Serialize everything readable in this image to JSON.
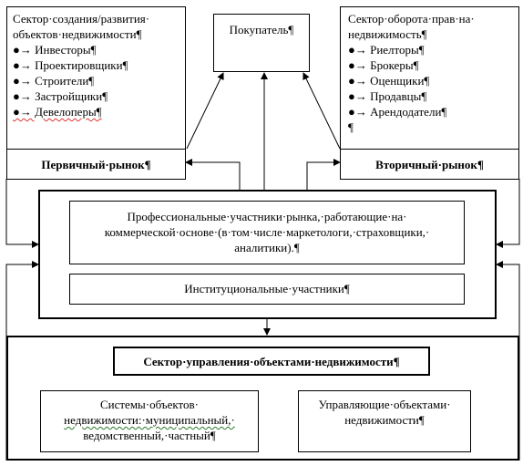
{
  "left_sector": {
    "title_line1": "Сектор·создания/развития·",
    "title_line2": "объектов·недвижимости¶",
    "items": [
      "●→ Инвесторы¶",
      "●→ Проектировщики¶",
      "●→ Строители¶",
      "●→ Застройщики¶",
      "●→ Девелоперы¶"
    ]
  },
  "buyer": {
    "label": "Покупатель¶"
  },
  "right_sector": {
    "title_line1": "Сектор·оборота·прав·на·",
    "title_line2": "недвижимость¶",
    "items": [
      "●→ Риелторы¶",
      "●→ Брокеры¶",
      "●→ Оценщики¶",
      "●→ Продавцы¶",
      "●→ Арендодатели¶",
      "¶"
    ]
  },
  "primary_market": {
    "label": "Первичный·рынок¶"
  },
  "secondary_market": {
    "label": "Вторичный·рынок¶"
  },
  "participants": {
    "professional_line1": "Профессиональные·участники·рынка,·работающие·на·",
    "professional_line2": "коммерческой·основе·(в·том·числе·маркетологи,·страховщики,·",
    "professional_line3": "аналитики).¶",
    "institutional": "Институциональные·участники¶"
  },
  "management": {
    "title": "Сектор·управления·объектами·недвижимости¶",
    "systems_line1": "Системы·объектов·",
    "systems_line2": "недвижимости:·муниципальный,·",
    "systems_line3": "ведомственный,·частный¶",
    "managers_line1": "Управляющие·объектами·",
    "managers_line2": "недвижимости¶"
  }
}
